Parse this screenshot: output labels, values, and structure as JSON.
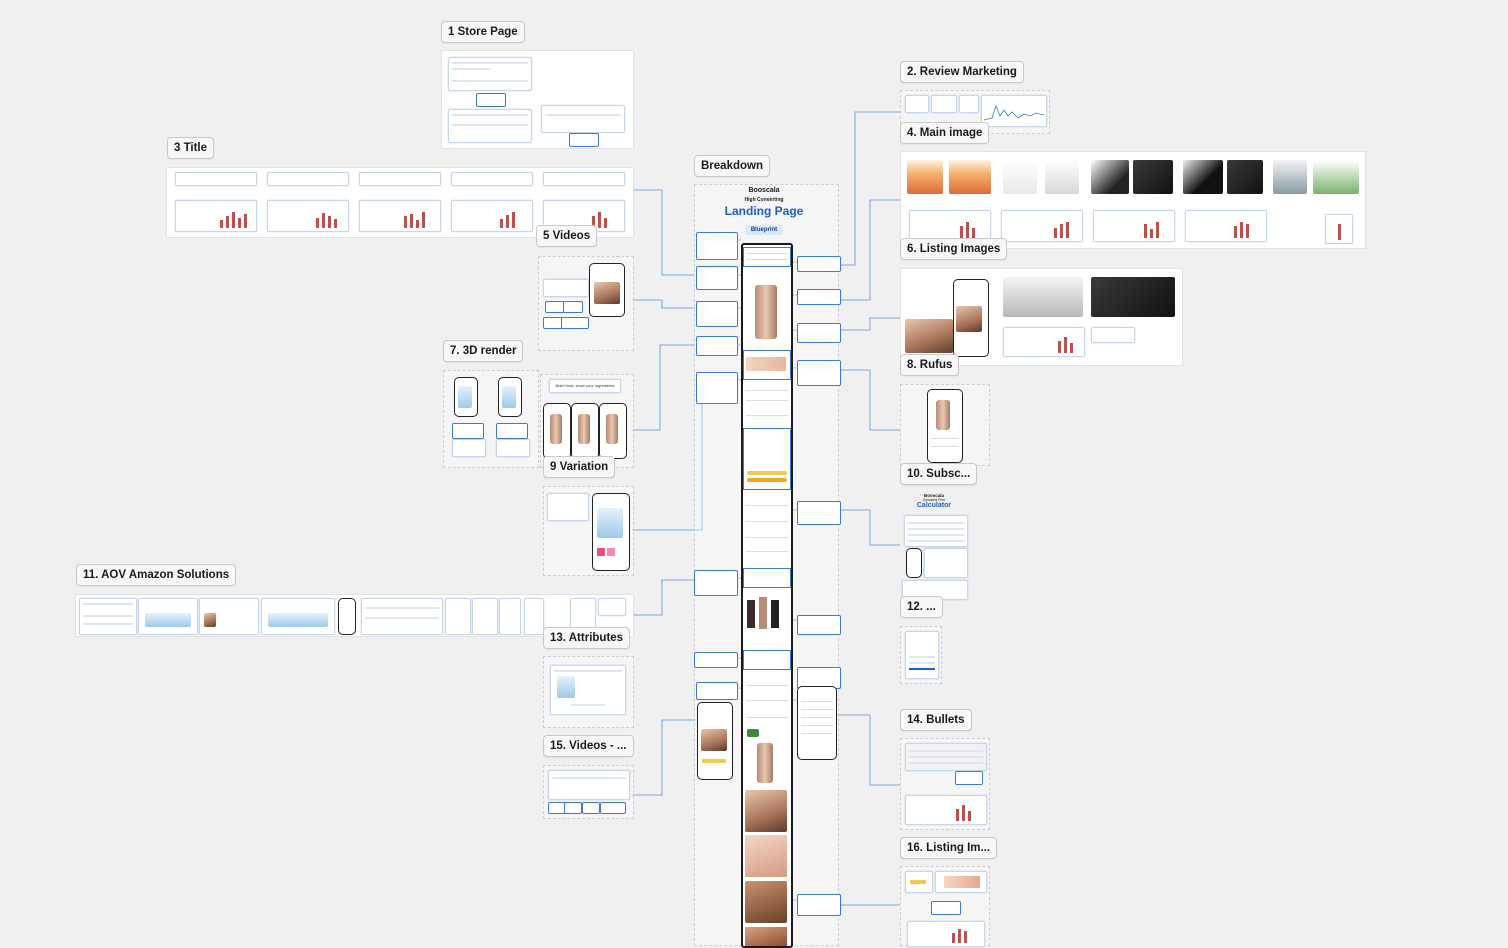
{
  "labels": {
    "store_page": "1 Store Page",
    "review_marketing": "2. Review Marketing",
    "title": "3 Title",
    "main_image": "4. Main image",
    "videos": "5 Videos",
    "listing_images": "6. Listing Images",
    "render_3d": "7. 3D render",
    "rufus": "8. Rufus",
    "variation": "9 Variation",
    "subscribe": "10. Subsc...",
    "aov": "11. AOV Amazon Solutions",
    "item12": "12. ...",
    "attributes": "13. Attributes",
    "bullets": "14. Bullets",
    "videos15": "15. Videos - ...",
    "listing16": "16. Listing Im...",
    "breakdown": "Breakdown"
  },
  "blueprint": {
    "brand": "Booscala",
    "subtitle": "High Converting",
    "title": "Landing Page",
    "badge": "Blueprint"
  },
  "calculator": {
    "brand": "Booscala",
    "line2": "Unlocked Free",
    "title": "Calculator"
  },
  "variation_card": "Build trust, show your ingredients",
  "colors": {
    "accent_blue": "#1e5fd0",
    "link_blue": "#3c78d8",
    "bar_red": "#c0504d",
    "canvas": "#f0f0f0"
  }
}
